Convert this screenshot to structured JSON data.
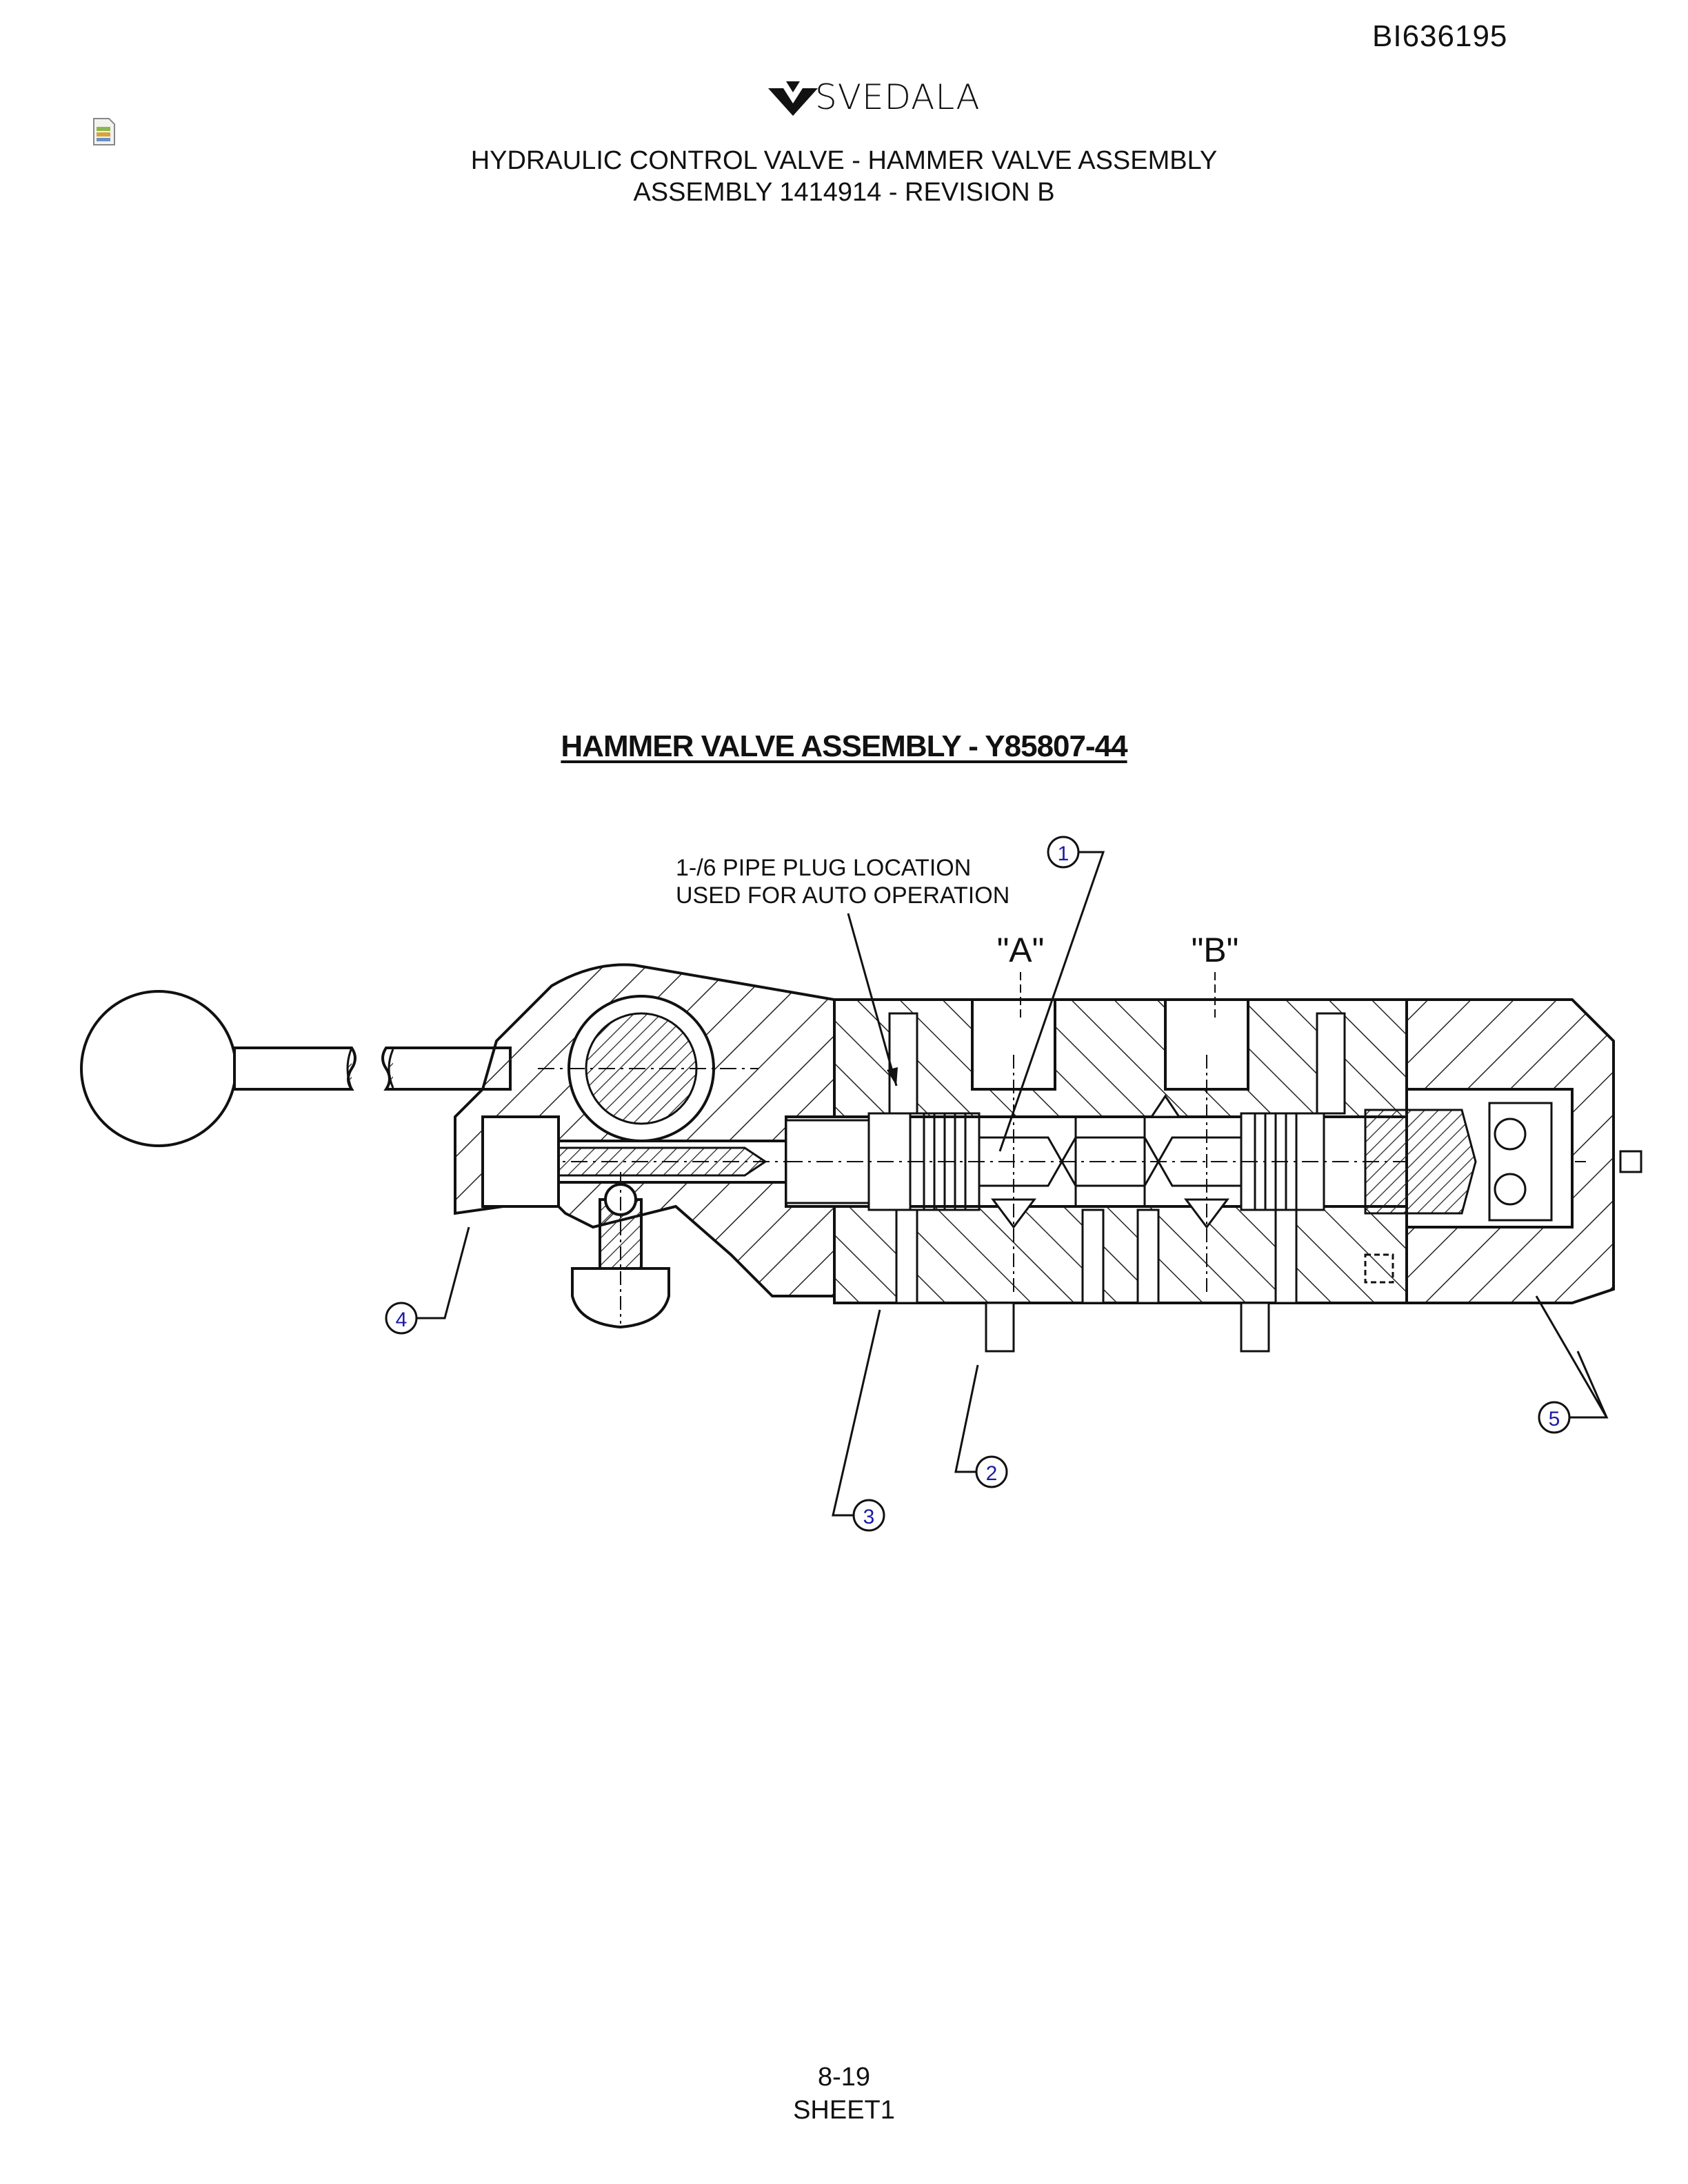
{
  "header": {
    "doc_id": "BI636195",
    "logo_text": "SVEDALA",
    "title_line1": "HYDRAULIC CONTROL VALVE - HAMMER VALVE ASSEMBLY",
    "title_line2": "ASSEMBLY 1414914 - REVISION B"
  },
  "diagram": {
    "heading": "HAMMER VALVE ASSEMBLY - Y85807-44",
    "note_line1": "1-/6 PIPE PLUG LOCATION",
    "note_line2": "USED FOR AUTO OPERATION",
    "port_a": "\"A\"",
    "port_b": "\"B\"",
    "callouts": [
      "1",
      "2",
      "3",
      "4",
      "5"
    ]
  },
  "footer": {
    "page_number": "8-19",
    "sheet": "SHEET1"
  },
  "colors": {
    "ink": "#111111",
    "callout_number": "#1a1aa8"
  }
}
